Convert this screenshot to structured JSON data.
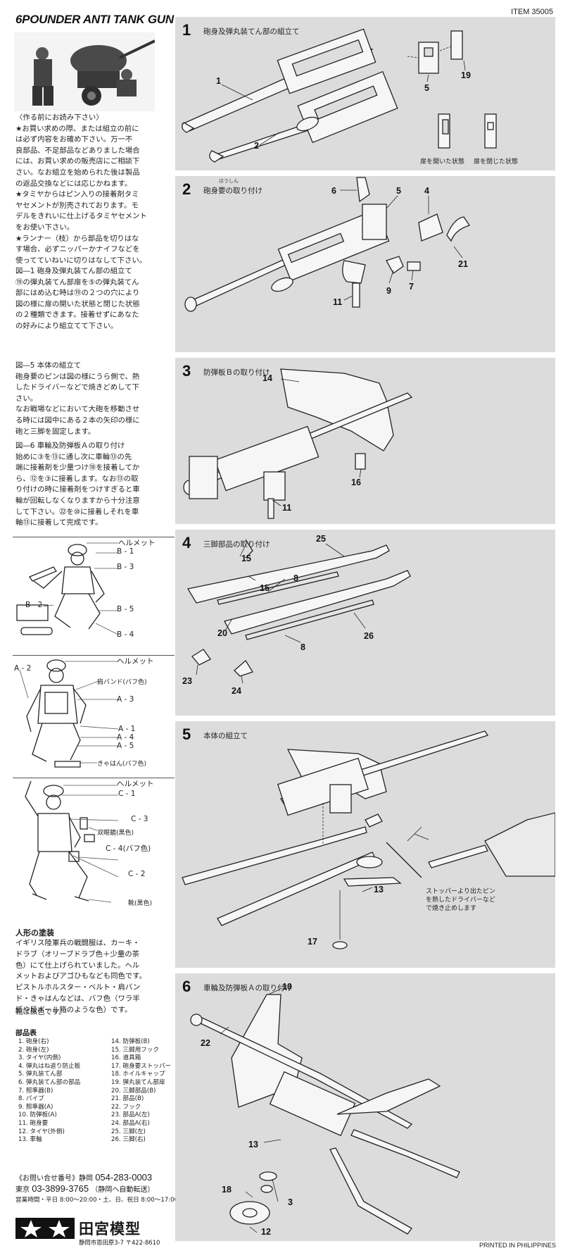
{
  "header": {
    "title": "6POUNDER ANTI TANK GUN",
    "item_number": "ITEM 35005"
  },
  "notes": {
    "intro": "〈作る前にお読み下さい〉\n★お買い求めの際、または組立の前に\nは必ず内容をお確め下さい。万一不\n良部品、不足部品などありました場合\nには、お買い求めの販売店にご相談下\nさい。なお組立を始められた後は製品\nの返品交換などには応じかねます。\n★タミヤからはピン入りの接着剤タミ\nヤセメントが別売されております。モ\nデルをきれいに仕上げるタミヤセメント\nをお使い下さい。\n★ランナー（枝）から部品を切りはな\nす場合、必ずニッパーかナイフなどを\n使ってていねいに切りはなして下さい。",
    "fig1": "図―1 砲身及弾丸装てん部の組立て\n⑲の弾丸装てん部扉を⑤の弾丸装てん\n部にはめ込む時は⑲の２つの穴により\n図の様に扉の開いた状態と閉じた状態\nの２種類できます。接着せずにあなた\nの好みにより組立てて下さい。",
    "fig5": "図―5 本体の組立て\n砲身要のピンは図の様にうら側で、熱\nしたドライバーなどで焼きどめして下\nさい。\nなお戦場などにおいて大砲を移動させ\nる時には図中にある２本の矢印の様に\n砲と三脚を固定します。",
    "fig6": "図―6 車輪及防弾板Ａの取り付け\n始めに③を⑬に通し次に車輪⑬の先\n端に接着剤を少量つけ⑱を接着してか\nら、⑫を③に接着します。なお⑬の取\nり付けの時に接着剤をつけすぎると車\n輪が回転しなくなりますから十分注意\nして下さい。㉒を⑩に接着しそれを車\n軸⑬に接着して完成です。"
  },
  "figures": {
    "figB": [
      "ヘルメット",
      "B - 1",
      "B - 3",
      "B - 2",
      "B - 5",
      "B - 4"
    ],
    "figA": [
      "ヘルメット",
      "A - 2",
      "肩バンド(バフ色)",
      "A - 3",
      "A - 1",
      "A - 4",
      "A - 5",
      "きゃはん(バフ色)"
    ],
    "figC": [
      "ヘルメット",
      "C - 1",
      "C - 3",
      "双眼鏡(黒色)",
      "C - 4(バフ色)",
      "C - 2",
      "靴(黒色)"
    ]
  },
  "painting": {
    "title": "人形の塗装",
    "text": "イギリス陸軍兵の戦闘服は、カーキ・\nドラブ（オリーブドラブ色＋少量の茶\n色）にて仕上げられていました。ヘル\nメットおよびアゴひもなども同色です。\nピストルホルスター・ベルト・肩バン\nド・きゃはんなどは、バフ色（ワラ半\n紙や段ボール箱のような色）です。",
    "shoes": "靴は黒色です。"
  },
  "parts": {
    "title": "部品表",
    "left": [
      "1. 砲身(右)",
      "2. 砲身(左)",
      "3. タイヤ(内側)",
      "4. 弾丸はね返り防止板",
      "5. 弾丸装てん部",
      "6. 弾丸装てん部の部品",
      "7. 照準器(B)",
      "8. パイプ",
      "9. 照準器(A)",
      "10. 防弾板(A)",
      "11. 砲身要",
      "12. タイヤ(外側)",
      "13. 車軸"
    ],
    "right": [
      "14. 防弾板(B)",
      "15. 三脚用フック",
      "16. 道具箱",
      "17. 砲身要ストッパー",
      "18. ホイルキャップ",
      "19. 弾丸装てん部扉",
      "20. 三脚部品(B)",
      "21. 部品(B)",
      "22. フック",
      "23. 部品A(左)",
      "24. 部品A(右)",
      "25. 三脚(左)",
      "26. 三脚(右)"
    ]
  },
  "contact": {
    "inquiry_label": "《お問い合せ番号》静岡",
    "shizuoka_phone": "054-283-0003",
    "tokyo_label": "東京",
    "tokyo_phone": "03-3899-3765",
    "tokyo_note": "（静岡へ自動転送）",
    "hours": "営業時間・平日 8:00〜20:00・土、日、祝日 8:00〜17:00"
  },
  "brand": {
    "name": "田宮模型",
    "address": "静岡市恩田原3-7 〒422-8610"
  },
  "steps": [
    {
      "num": "1",
      "title": "砲身及弾丸装てん部の組立て",
      "labels": [
        "1",
        "2",
        "5",
        "19"
      ],
      "captions": [
        "扉を開いた状態",
        "扉を閉じた状態"
      ]
    },
    {
      "num": "2",
      "title": "砲身要の取り付け",
      "ruby": "ほうしん",
      "labels": [
        "6",
        "5",
        "4",
        "21",
        "7",
        "9",
        "11"
      ]
    },
    {
      "num": "3",
      "title": "防弾板Ｂの取り付け",
      "labels": [
        "14",
        "16",
        "11"
      ]
    },
    {
      "num": "4",
      "title": "三脚部品の取り付け",
      "labels": [
        "25",
        "15",
        "8",
        "15",
        "20",
        "26",
        "8",
        "23",
        "24"
      ]
    },
    {
      "num": "5",
      "title": "本体の組立て",
      "labels": [
        "13",
        "17"
      ],
      "captions": [
        "ストッパーより出たピン",
        "を熱したドライバーなど",
        "で焼き止めします"
      ]
    },
    {
      "num": "6",
      "title": "車輪及防弾板Ａの取り付け",
      "labels": [
        "10",
        "22",
        "13",
        "18",
        "3",
        "12"
      ]
    }
  ],
  "footer": {
    "printed": "PRINTED IN PHILIPPINES"
  }
}
